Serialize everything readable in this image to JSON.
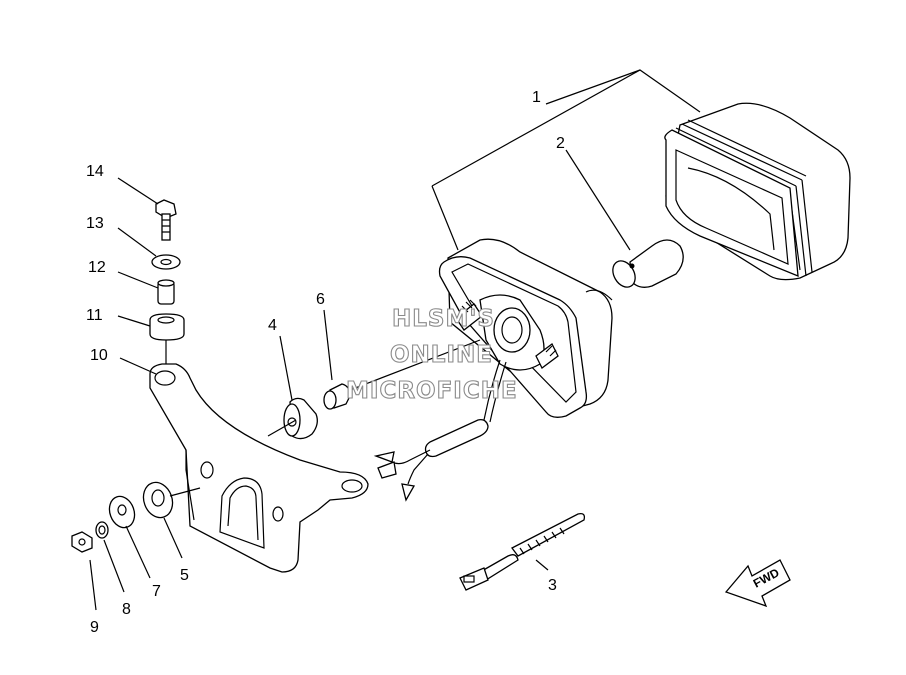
{
  "callouts": {
    "c1": "1",
    "c2": "2",
    "c3": "3",
    "c4": "4",
    "c5": "5",
    "c6": "6",
    "c7": "7",
    "c8": "8",
    "c9": "9",
    "c10": "10",
    "c11": "11",
    "c12": "12",
    "c13": "13",
    "c14": "14"
  },
  "watermark": {
    "line1": "HLSM'S",
    "line2": "ONLINE",
    "line3": "MICROFICHE"
  },
  "direction_arrow": {
    "label": "FWD"
  }
}
